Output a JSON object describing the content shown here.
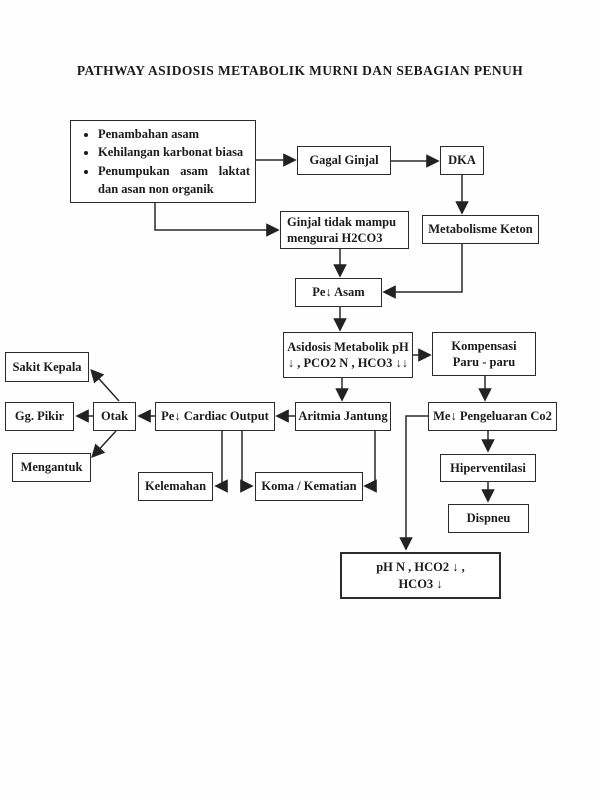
{
  "page": {
    "title": "PATHWAY ASIDOSIS METABOLIK MURNI DAN SEBAGIAN PENUH"
  },
  "nodes": {
    "causes": [
      "Penambahan asam",
      "Kehilangan karbonat biasa",
      "Penumpukan asam laktat dan asan non organik"
    ],
    "gagal_ginjal": "Gagal Ginjal",
    "dka": "DKA",
    "ginjal_tidak_mampu": "Ginjal tidak mampu mengurai H2CO3",
    "metabolisme_keton": "Metabolisme Keton",
    "pe_asam": "Pe↓ Asam",
    "asidosis": {
      "line1": "Asidosis Metabolik pH",
      "line2": "↓ , PCO2 N , HCO3 ↓↓"
    },
    "kompensasi": {
      "line1": "Kompensasi",
      "line2": "Paru - paru"
    },
    "sakit_kepala": "Sakit Kepala",
    "gg_pikir": "Gg. Pikir",
    "otak": "Otak",
    "mengantuk": "Mengantuk",
    "cardiac_output": "Pe↓ Cardiac Output",
    "aritmia_jantung": "Aritmia Jantung",
    "pengeluaran_co2": "Me↓ Pengeluaran Co2",
    "kelemahan": "Kelemahan",
    "koma_kematian": "Koma / Kematian",
    "hiperventilasi": "Hiperventilasi",
    "dispneu": "Dispneu",
    "ph_n": {
      "line1": "pH N , HCO2 ↓ ,",
      "line2": "HCO3 ↓"
    }
  }
}
